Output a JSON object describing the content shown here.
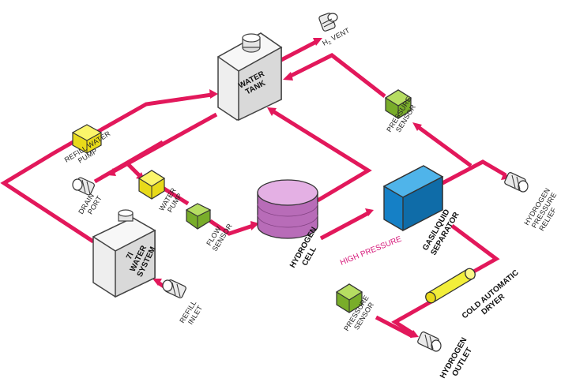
{
  "labels": {
    "h2_vent_main": "H",
    "h2_vent_sub": "2",
    "h2_vent_rest": " VENT",
    "water_tank_1": "WATER",
    "water_tank_2": "TANK",
    "pressure_sensor_top_1": "PRESSURE",
    "pressure_sensor_top_2": "SENSOR",
    "refill_water_pump_1": "REFILL WATER",
    "refill_water_pump_2": "PUMP",
    "drain_port_1": "DRAIN",
    "drain_port_2": "PORT",
    "water_pump_1": "WATER",
    "water_pump_2": "PUMP",
    "flow_sensor_1": "FLOW",
    "flow_sensor_2": "SENSOR",
    "hydrogen_cell_1": "HYDROGEN",
    "hydrogen_cell_2": "CELL",
    "water_system_1": "7l",
    "water_system_2": "WATER",
    "water_system_3": "SYSTEM",
    "refill_inlet_1": "REFILL",
    "refill_inlet_2": "INLET",
    "high_pressure": "HIGH PRESSURE",
    "separator_1": "GAS/LIQUID",
    "separator_2": "SEPARATOR",
    "hydrogen_relief_1": "HYDROGEN",
    "hydrogen_relief_2": "PRESSURE",
    "hydrogen_relief_3": "RELIEF",
    "dryer_1": "COLD AUTOMATIC",
    "dryer_2": "DRYER",
    "pressure_sensor_bottom_1": "PRESSURE",
    "pressure_sensor_bottom_2": "SENSOR",
    "hydrogen_outlet_1": "HYDROGEN",
    "hydrogen_outlet_2": "OUTLET"
  },
  "colors": {
    "pipe": "#e2185b",
    "tank": "#e6e6e6",
    "sensor_green": "#8fc33a",
    "pump_yellow": "#f4ea3a",
    "cell_purple": "#c77fc7",
    "separator_blue": "#1a8ccf",
    "dryer_yellow": "#f2ee3a",
    "high_pressure_text": "#d6197a"
  }
}
